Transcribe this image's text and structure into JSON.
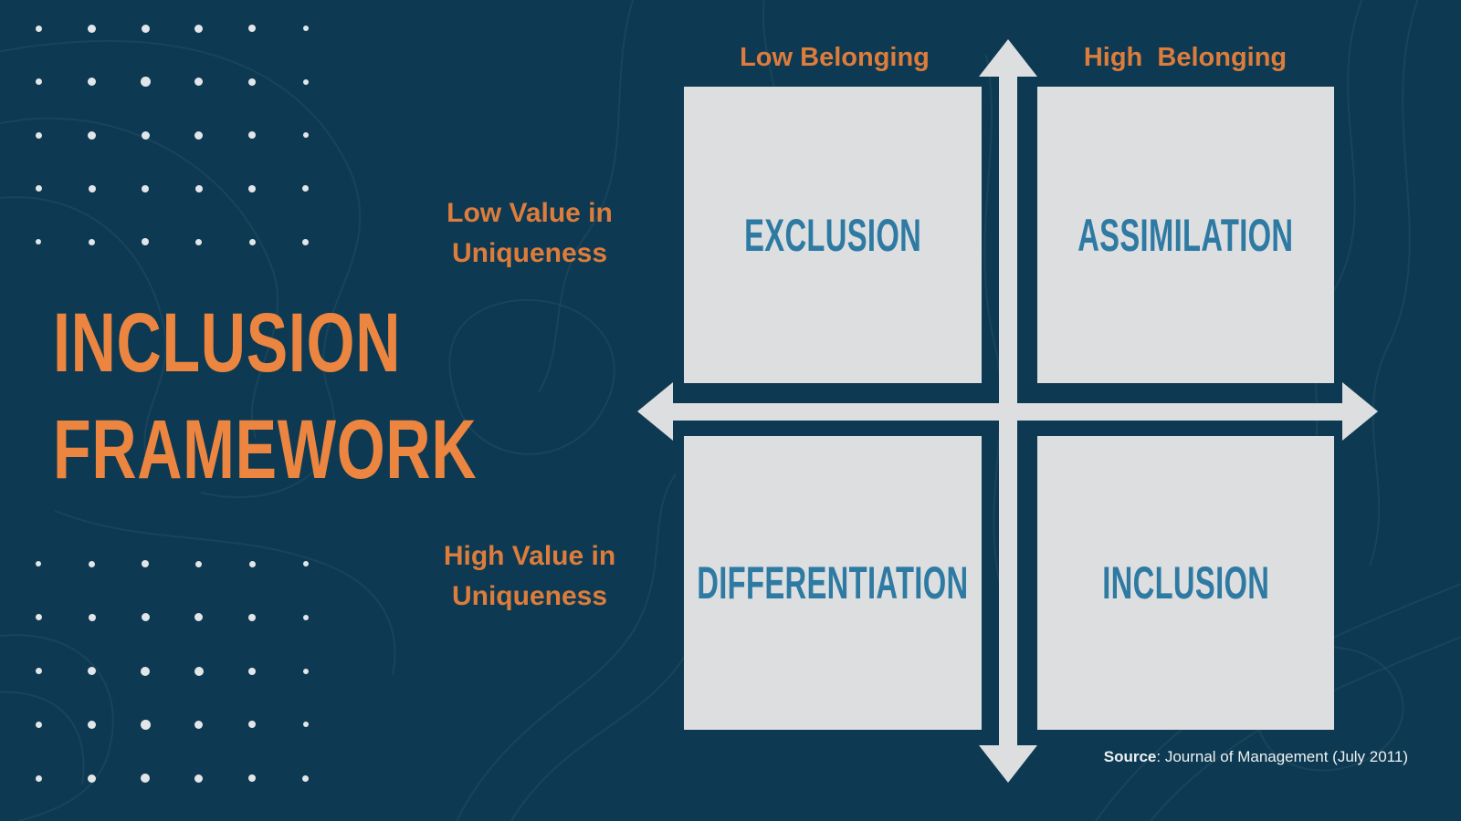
{
  "title": {
    "line1": "INCLUSION",
    "line2": "FRAMEWORK"
  },
  "axes": {
    "belonging_low": "Low Belonging",
    "belonging_high": "High  Belonging",
    "uniqueness_low": {
      "line1": "Low Value in",
      "line2": "Uniqueness"
    },
    "uniqueness_high": {
      "line1": "High Value in",
      "line2": "Uniqueness"
    }
  },
  "quadrants": [
    {
      "position": "top-left",
      "label": "EXCLUSION"
    },
    {
      "position": "top-right",
      "label": "ASSIMILATION"
    },
    {
      "position": "bottom-left",
      "label": "DIFFERENTIATION"
    },
    {
      "position": "bottom-right",
      "label": "INCLUSION"
    }
  ],
  "source": {
    "prefix": "Source",
    "rest": ": Journal of Management (July 2011)"
  },
  "colors": {
    "background": "#0d3a52",
    "title_orange": "#ec8540",
    "label_orange": "#dd7c3b",
    "quadrant_text": "#2e7aa3",
    "panel_gray": "#dcdedf",
    "arrow_gray": "#dcdedf",
    "source_text": "#eef1f2",
    "contour_line": "#2b5068",
    "dot_color": "#e2e6e8"
  }
}
